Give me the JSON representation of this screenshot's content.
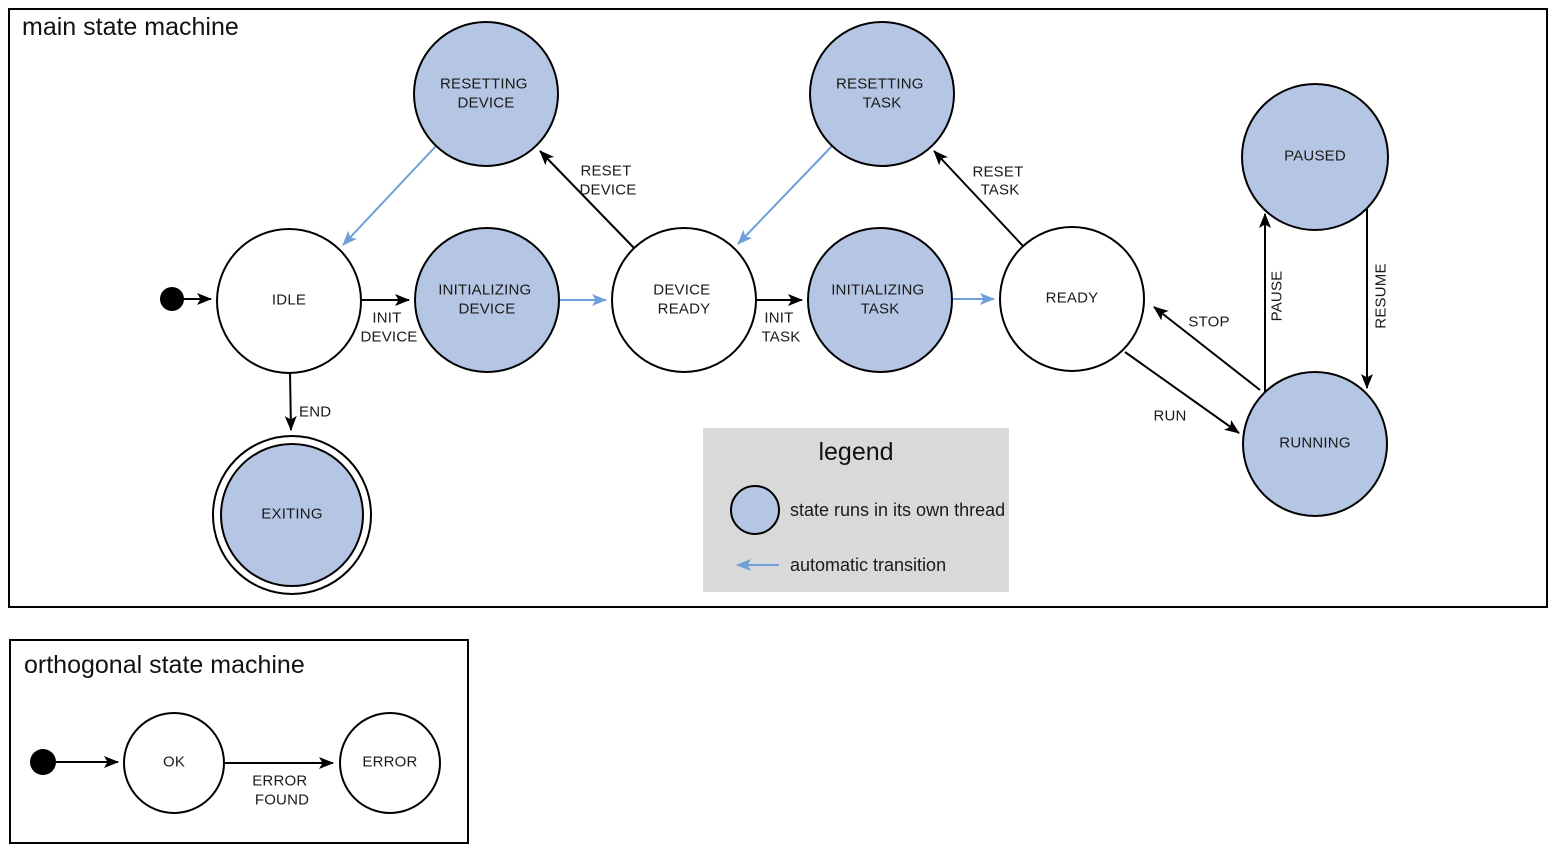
{
  "main": {
    "title": "main state machine",
    "states": {
      "idle": {
        "label": "IDLE"
      },
      "resetting_device": {
        "lines": [
          "RESETTING",
          "DEVICE"
        ]
      },
      "initializing_device": {
        "lines": [
          "INITIALIZING",
          "DEVICE"
        ]
      },
      "device_ready": {
        "lines": [
          "DEVICE",
          "READY"
        ]
      },
      "resetting_task": {
        "lines": [
          "RESETTING",
          "TASK"
        ]
      },
      "initializing_task": {
        "lines": [
          "INITIALIZING",
          "TASK"
        ]
      },
      "ready": {
        "label": "READY"
      },
      "paused": {
        "label": "PAUSED"
      },
      "running": {
        "label": "RUNNING"
      },
      "exiting": {
        "label": "EXITING"
      }
    },
    "transitions": {
      "init_device": {
        "lines": [
          "INIT",
          "DEVICE"
        ]
      },
      "reset_device": {
        "lines": [
          "RESET",
          "DEVICE"
        ]
      },
      "init_task": {
        "lines": [
          "INIT",
          "TASK"
        ]
      },
      "reset_task": {
        "lines": [
          "RESET",
          "TASK"
        ]
      },
      "end": {
        "label": "END"
      },
      "run": {
        "label": "RUN"
      },
      "stop": {
        "label": "STOP"
      },
      "pause": {
        "label": "PAUSE"
      },
      "resume": {
        "label": "RESUME"
      }
    }
  },
  "legend": {
    "title": "legend",
    "items": {
      "threaded": {
        "label": "state runs in its own thread"
      },
      "automatic": {
        "label": "automatic transition"
      }
    }
  },
  "orthogonal": {
    "title": "orthogonal state machine",
    "states": {
      "ok": {
        "label": "OK"
      },
      "error": {
        "label": "ERROR"
      }
    },
    "transitions": {
      "error_found": {
        "lines": [
          "ERROR",
          "FOUND"
        ]
      }
    }
  },
  "colors": {
    "threaded_state_fill": "#b4c6e4",
    "default_state_fill": "#ffffff",
    "automatic_transition": "#6f9fd8",
    "edge": "#000000",
    "legend_background": "#d9d9d9"
  }
}
